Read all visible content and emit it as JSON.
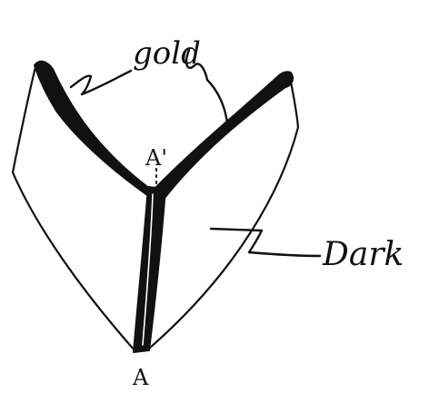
{
  "labels": {
    "gold": "gold",
    "dark": "Dark",
    "apex_top": "A'",
    "apex_bottom": "A"
  },
  "colors": {
    "ink": "#111111",
    "paper": "#ffffff"
  }
}
